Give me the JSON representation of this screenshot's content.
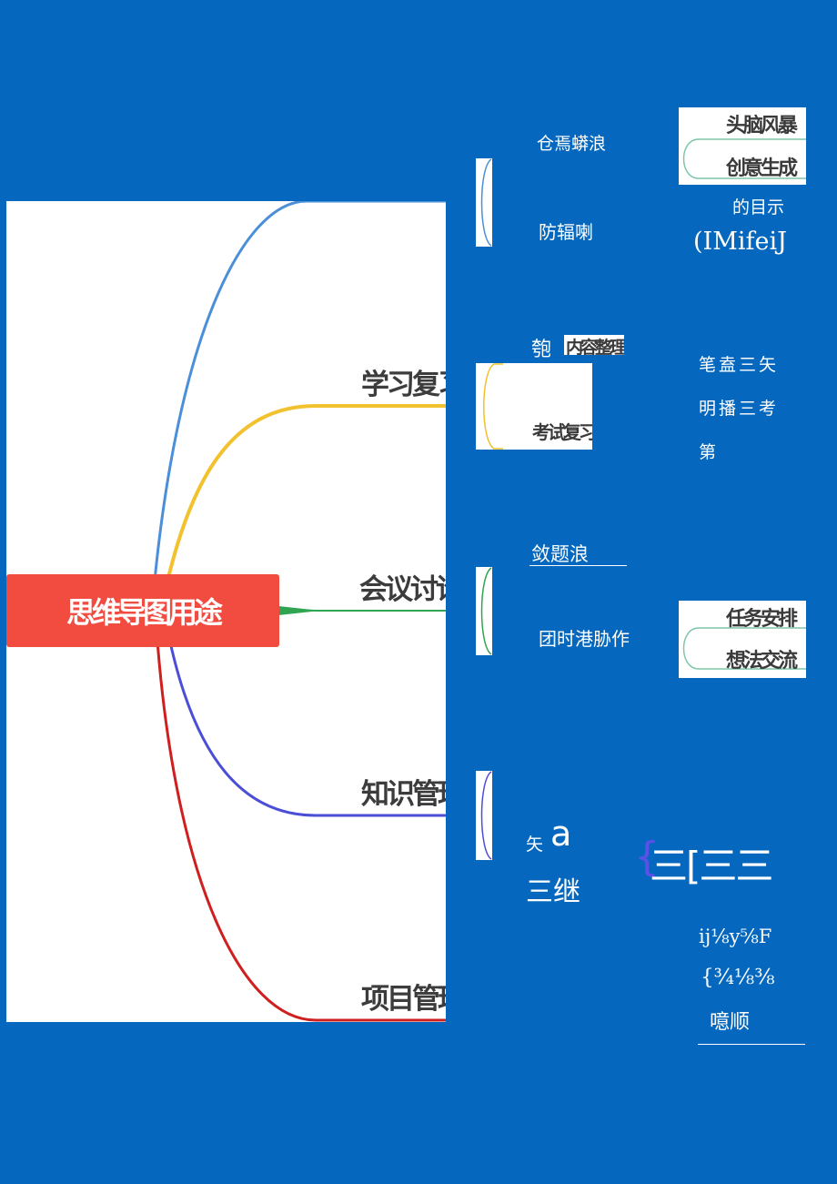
{
  "colors": {
    "background": "#0568be",
    "root": "#f24b3f",
    "branch_blue": "#4a8fd8",
    "branch_yellow": "#f2c12e",
    "branch_green": "#2fa552",
    "branch_purple": "#4b4ed6",
    "branch_red": "#cf1f1f",
    "mini_green": "#7fc6a8"
  },
  "mindmap": {
    "root": "思维导图用途",
    "branches": [
      "学习复习",
      "会议讨论",
      "知识管理",
      "项目管理"
    ]
  },
  "right_texts": {
    "t1": "仓焉蟒浪",
    "t2": "防辐喇",
    "t3": "的目示",
    "t4": "(IMifeiJ",
    "t5": "匏",
    "t5_box": "内容整理",
    "t6": "考试复习",
    "t7": "笔盍三矢",
    "t8": "明播三考",
    "t9": "第",
    "t10": "敛题浪",
    "t11": "团时港胁作",
    "t12": "矢",
    "t12b": "a",
    "t13": "三继",
    "t14": "三[三三",
    "t14_brace": "{",
    "t15": "ij⅛y⅝F",
    "t16": "{¾⅛⅜",
    "t17": "噫顺"
  },
  "mini_boxes": {
    "box1_top": "头脑风暴",
    "box1_bottom": "创意生成",
    "box2_top": "任务安排",
    "box2_bottom": "想法交流"
  }
}
